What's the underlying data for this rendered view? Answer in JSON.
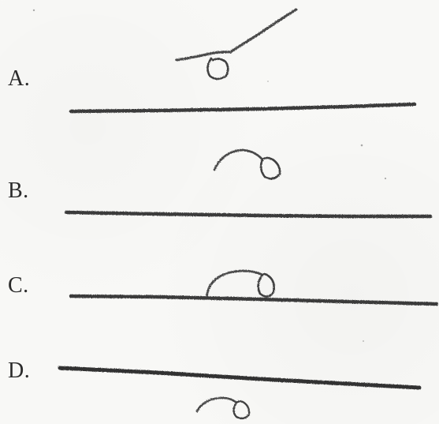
{
  "options": {
    "a": {
      "label": "A."
    },
    "b": {
      "label": "B."
    },
    "c": {
      "label": "C."
    },
    "d": {
      "label": "D."
    }
  },
  "colors": {
    "ink": "#2b2b2b",
    "pencil": "#555555",
    "paper": "#f8f8f6"
  }
}
